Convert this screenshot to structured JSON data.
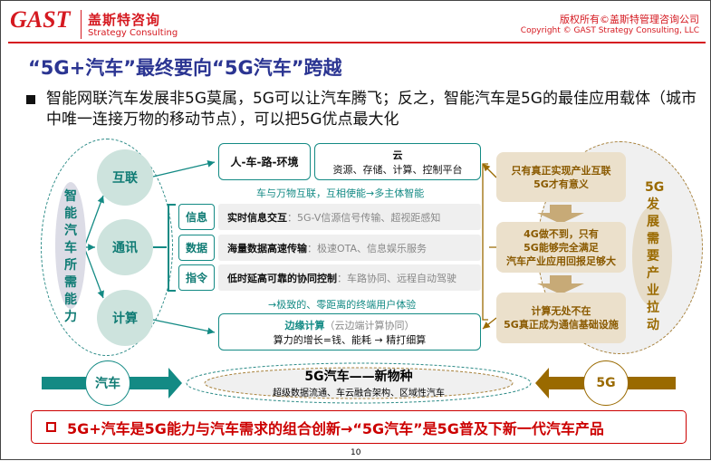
{
  "header": {
    "logo_text": "GAST",
    "company_cn": "盖斯特咨询",
    "company_en": "Strategy Consulting",
    "copyright_cn": "版权所有©盖斯特管理咨询公司",
    "copyright_en": "Copyright © GAST Strategy Consulting, LLC"
  },
  "title": "“5G+汽车”最终要向“5G汽车”跨越",
  "bullet": "智能网联汽车发展非5G莫属，5G可以让汽车腾飞；反之，智能汽车是5G的最佳应用载体（城市中唯一连接万物的移动节点），可以把5G优点最大化",
  "left": {
    "label": "智能汽车所需能力",
    "circles": [
      "互联",
      "通讯",
      "计算"
    ]
  },
  "interconnect": {
    "box1": "人-车-路-环境",
    "cloud_title": "云",
    "cloud_items": "资源、存储、计算、控制平台",
    "caption": "车与万物互联，互相使能→多主体智能"
  },
  "comm": {
    "rows": [
      {
        "tag": "信息",
        "bold": "实时信息交互",
        "rest": "：5G-V信源信号传输、超视距感知"
      },
      {
        "tag": "数据",
        "bold": "海量数据高速传输",
        "rest": "：极速OTA、信息娱乐服务"
      },
      {
        "tag": "指令",
        "bold": "低时延高可靠的协同控制",
        "rest": "：车路协同、远程自动驾驶"
      }
    ],
    "caption": "→极致的、零距离的终端用户体验"
  },
  "compute": {
    "title": "边缘计算",
    "note": "（云边端计算协同）",
    "line2": "算力的增长=钱、能耗 → 精打细算"
  },
  "right": {
    "boxes": [
      "只有真正实现产业互联\n5G才有意义",
      "4G做不到，只有\n5G能够完全满足\n汽车产业应用回报足够大",
      "计算无处不在\n5G真正成为通信基础设施"
    ],
    "label": "5G发展需要产业拉动"
  },
  "bottom": {
    "left_circle": "汽车",
    "right_circle": "5G",
    "center_title": "5G汽车——新物种",
    "center_sub": "超级数据流通、车云融合架构、区域性汽车"
  },
  "conclusion": "5G+汽车是5G能力与汽车需求的组合创新→“5G汽车”是5G普及下新一代汽车产品",
  "page_number": "10",
  "colors": {
    "red": "#d51920",
    "teal": "#138a84",
    "gold": "#9a6a00",
    "title_blue": "#2b3592"
  }
}
